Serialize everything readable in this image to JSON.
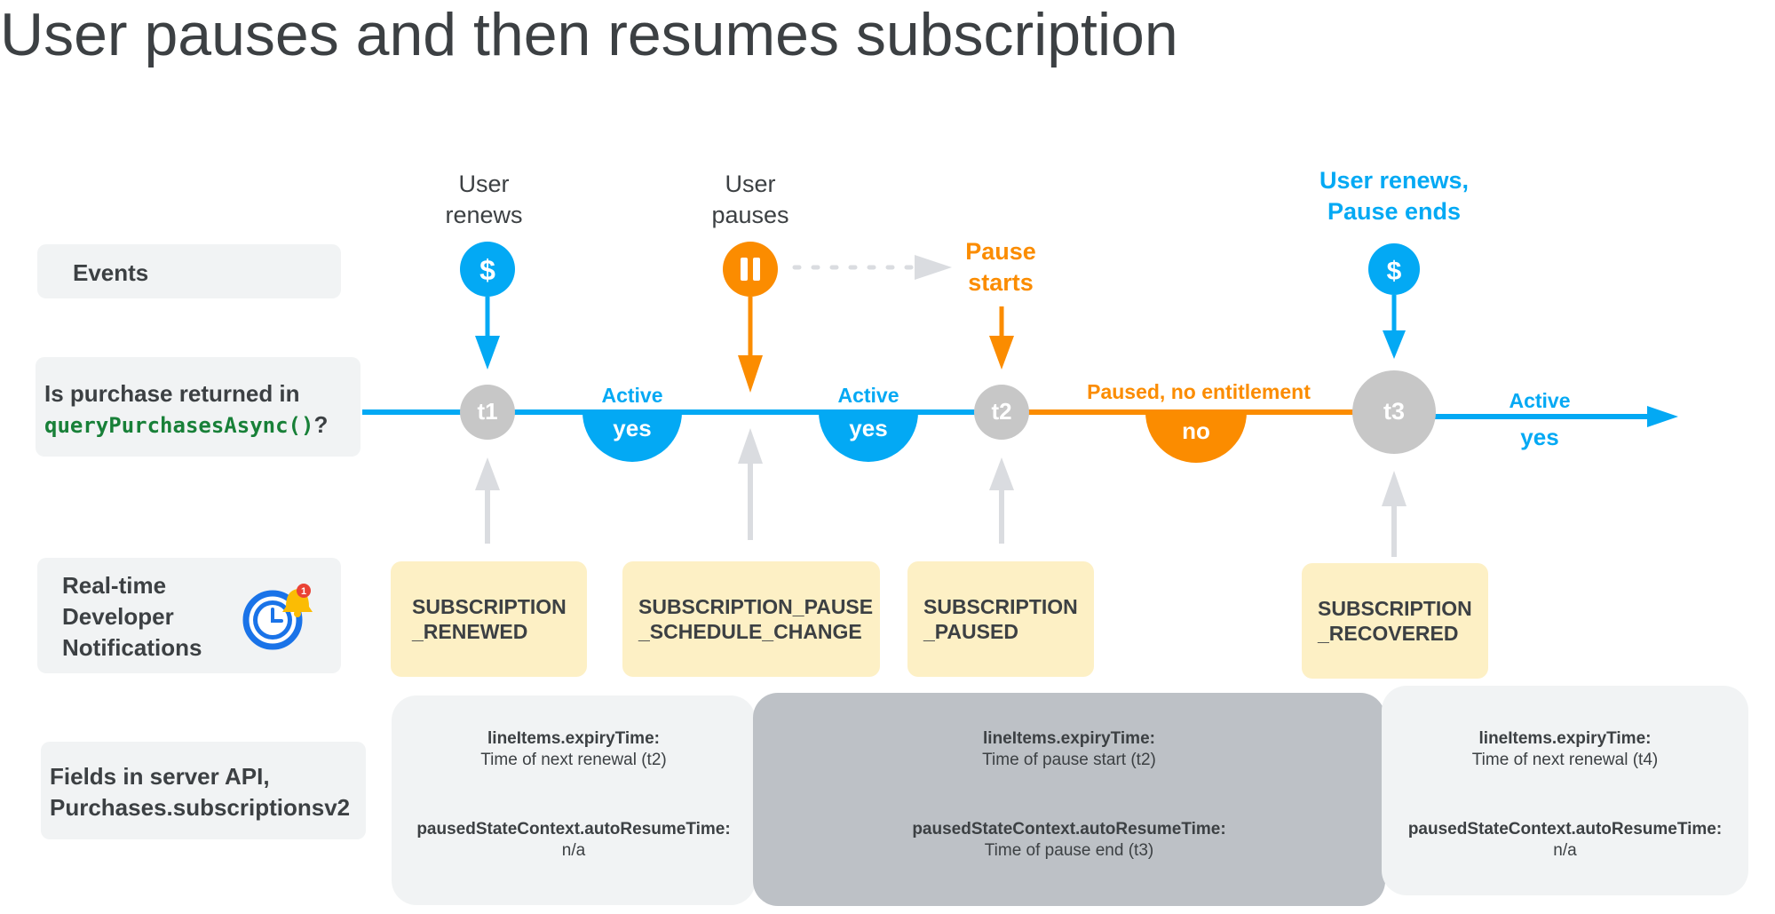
{
  "title": "User pauses and then resumes subscription",
  "rows": {
    "events": "Events",
    "purchase_line1": "Is purchase returned in",
    "purchase_code": "queryPurchasesAsync()",
    "purchase_suffix": "?",
    "rtdn_line1": "Real-time",
    "rtdn_line2": "Developer",
    "rtdn_line3": "Notifications",
    "fields_line1": "Fields in server API,",
    "fields_line2": "Purchases.subscriptionsv2"
  },
  "events": [
    {
      "line1": "User",
      "line2": "renews",
      "icon": "dollar-icon"
    },
    {
      "line1": "User",
      "line2": "pauses",
      "icon": "pause-icon"
    },
    {
      "line1": "Pause",
      "line2": "starts"
    },
    {
      "line1": "User renews,",
      "line2": "Pause ends",
      "icon": "dollar-icon"
    }
  ],
  "timeline": {
    "t1": "t1",
    "t2": "t2",
    "t3": "t3",
    "active": "Active",
    "yes": "yes",
    "paused_label": "Paused, no entitlement",
    "no": "no"
  },
  "notifications": [
    "SUBSCRIPTION\n_RENEWED",
    "SUBSCRIPTION_PAUSE\n_SCHEDULE_CHANGE",
    "SUBSCRIPTION\n_PAUSED",
    "SUBSCRIPTION\n_RECOVERED"
  ],
  "fields": [
    {
      "expiry_name": "lineItems.expiryTime:",
      "expiry_value": "Time of next renewal (t2)",
      "resume_name": "pausedStateContext.autoResumeTime:",
      "resume_value": "n/a"
    },
    {
      "expiry_name": "lineItems.expiryTime:",
      "expiry_value": "Time of pause start (t2)",
      "resume_name": "pausedStateContext.autoResumeTime:",
      "resume_value": "Time of pause end (t3)"
    },
    {
      "expiry_name": "lineItems.expiryTime:",
      "expiry_value": "Time of next renewal (t4)",
      "resume_name": "pausedStateContext.autoResumeTime:",
      "resume_value": "n/a"
    }
  ],
  "colors": {
    "active_blue": "#03a9f4",
    "paused_orange": "#fb8c00",
    "node_gray": "#c7c7c7",
    "note_yellow": "#fdf0c5",
    "field_light": "#f1f3f4",
    "field_dark": "#bdc1c6"
  }
}
